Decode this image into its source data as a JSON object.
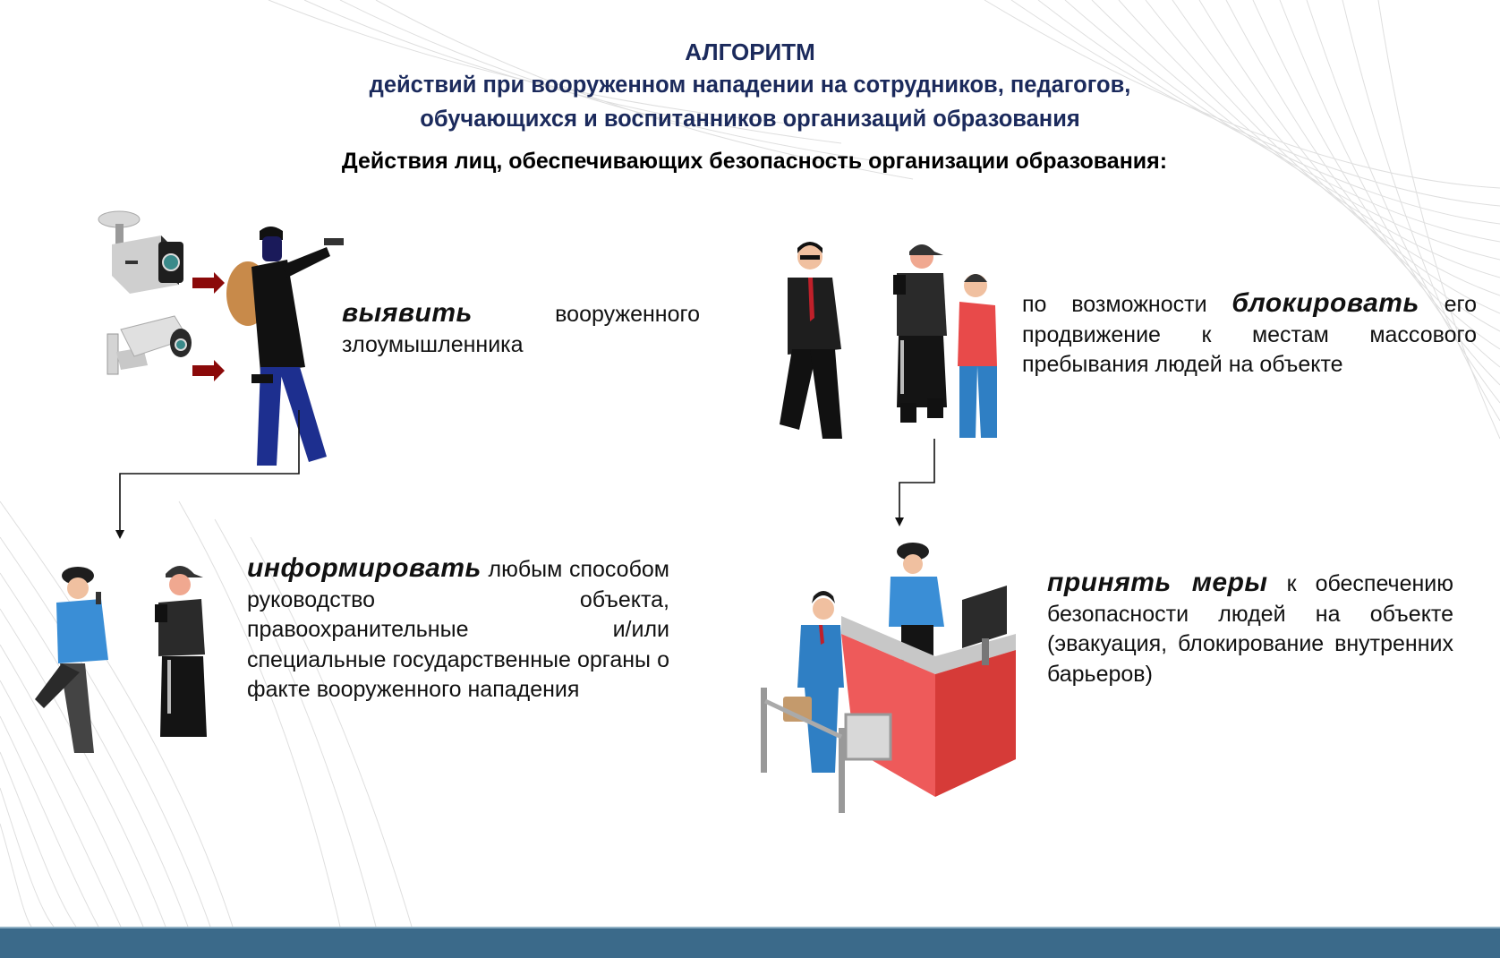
{
  "header": {
    "title": "АЛГОРИТМ",
    "subtitle_line1": "действий при вооруженном нападении на сотрудников, педагогов,",
    "subtitle_line2": "обучающихся и воспитанников организаций образования",
    "section_heading": "Действия лиц, обеспечивающих безопасность организации образования:"
  },
  "colors": {
    "title": "#1b2a5c",
    "footer": "#3b6a8a",
    "arrow_red": "#8b0a0a",
    "desk_red": "#e8484a",
    "uniform_blue": "#2f7fc4"
  },
  "steps": [
    {
      "id": "detect",
      "verb": "выявить",
      "text": " вооруженного злоумышленника",
      "illustration": [
        "cctv-camera-icon",
        "cctv-camera-icon",
        "armed-intruder-figure"
      ]
    },
    {
      "id": "block",
      "lead": "по возможности ",
      "verb": "блокировать",
      "text": " его продвижение к местам массового пребывания людей на объекте",
      "illustration": [
        "bodyguard-figure",
        "security-guard-figure",
        "visitor-figure"
      ]
    },
    {
      "id": "inform",
      "verb": "информировать",
      "text": " любым способом руководство объекта, правоохранительные и/или специальные государственные органы о факте вооруженного нападения",
      "illustration": [
        "police-officer-radio-figure",
        "security-guard-radio-figure"
      ]
    },
    {
      "id": "act",
      "verb": "принять меры",
      "text": " к обеспечению безопасности людей на объекте (эвакуация, блокирование внутренних барьеров)",
      "illustration": [
        "reception-desk",
        "guard-at-desk-figure",
        "woman-with-briefcase-figure",
        "turnstile"
      ]
    }
  ]
}
